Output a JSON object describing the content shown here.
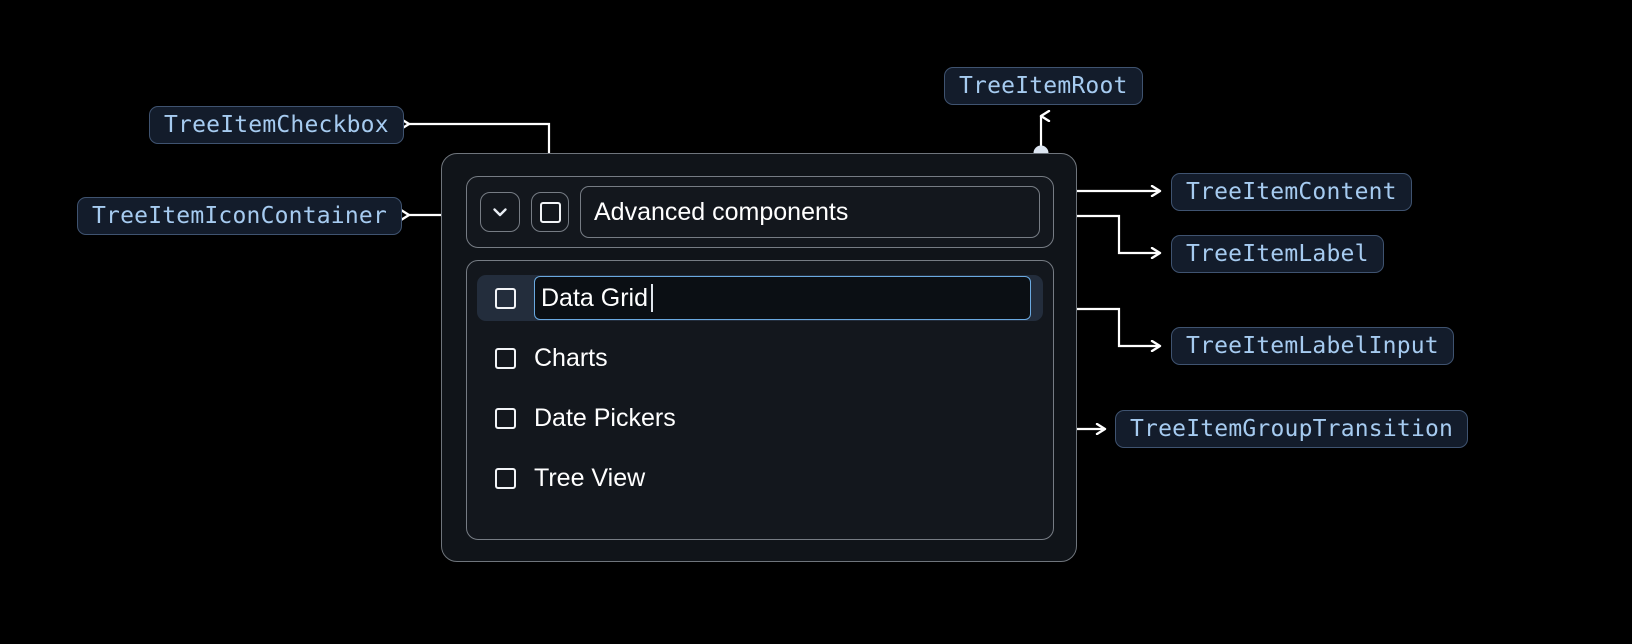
{
  "annotations": [
    {
      "id": "tree-item-checkbox",
      "label": "TreeItemCheckbox"
    },
    {
      "id": "tree-item-icon-container",
      "label": "TreeItemIconContainer"
    },
    {
      "id": "tree-item-root",
      "label": "TreeItemRoot"
    },
    {
      "id": "tree-item-content",
      "label": "TreeItemContent"
    },
    {
      "id": "tree-item-label",
      "label": "TreeItemLabel"
    },
    {
      "id": "tree-item-label-input",
      "label": "TreeItemLabelInput"
    },
    {
      "id": "tree-item-group-transition",
      "label": "TreeItemGroupTransition"
    }
  ],
  "tree": {
    "root_item": {
      "label": "Advanced components",
      "expanded": true,
      "checked": false,
      "expand_icon": "chevron-down-icon",
      "checkbox_icon": "checkbox-unchecked-icon"
    },
    "children": [
      {
        "label": "Data Grid",
        "checked": false,
        "editing": true,
        "selected": true
      },
      {
        "label": "Charts",
        "checked": false,
        "editing": false,
        "selected": false
      },
      {
        "label": "Date Pickers",
        "checked": false,
        "editing": false,
        "selected": false
      },
      {
        "label": "Tree View",
        "checked": false,
        "editing": false,
        "selected": false
      }
    ]
  },
  "colors": {
    "background": "#000000",
    "chip_bg": "#131c2b",
    "chip_border": "#3f5370",
    "chip_text": "#a6cbf0",
    "panel_bg": "#101419",
    "panel_border": "#767c84",
    "selected_row_bg": "#232d3c",
    "input_focus_border": "#6aa9e0",
    "connector": "#ffffff",
    "text": "#ffffff"
  }
}
